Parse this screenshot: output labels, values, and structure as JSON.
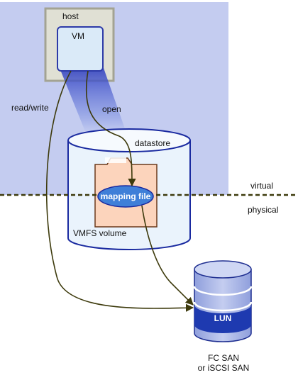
{
  "labels": {
    "host": "host",
    "vm": "VM",
    "read_write": "read/write",
    "open": "open",
    "datastore": "datastore",
    "mapping_file": "mapping file",
    "vmfs_volume": "VMFS volume",
    "virtual": "virtual",
    "physical": "physical",
    "lun": "LUN",
    "san_line1": "FC SAN",
    "san_line2": "or iSCSI SAN"
  },
  "colors": {
    "virtual_region": "#c4ccf0",
    "host_fill": "#e0e0d4",
    "host_border": "#a3a393",
    "vm_fill": "#daeaf8",
    "vm_border": "#2d3aa8",
    "datastore_fill": "#eaf3fc",
    "datastore_border": "#1a2aa0",
    "file_fill": "#fcd4bc",
    "file_border": "#6b3a1c",
    "mapping_oval": "#3f7fd8",
    "lun_band": "#1e3ab0",
    "lun_disk": "#a8b6e6",
    "arrow": "#3d3a0c",
    "divider": "#3d3a0c"
  }
}
